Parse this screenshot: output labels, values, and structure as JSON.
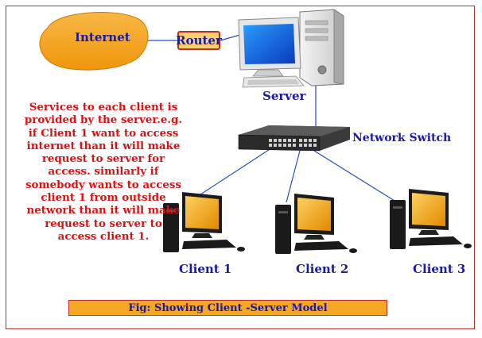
{
  "diagram": {
    "internet_label": "Internet",
    "router_label": "Router",
    "server_label": "Server",
    "switch_label": "Network Switch",
    "description": "Services to each client is provided by the server.e.g. if Client 1 want to access internet than it will make request to server for access. similarly if somebody wants to access client 1 from outside network than it will make request to server to access client 1.",
    "clients": [
      "Client 1",
      "Client 2",
      "Client 3"
    ],
    "caption": "Fig: Showing Client -Server Model"
  },
  "colors": {
    "cloud": "#f5a623",
    "label_text": "#1a1aaa",
    "description_text": "#dd1111",
    "frame": "#b03030",
    "monitor_screen": "#f5a000"
  },
  "icons": [
    "cloud-shape",
    "server-computer-icon",
    "network-switch-icon",
    "client-computer-icon"
  ]
}
